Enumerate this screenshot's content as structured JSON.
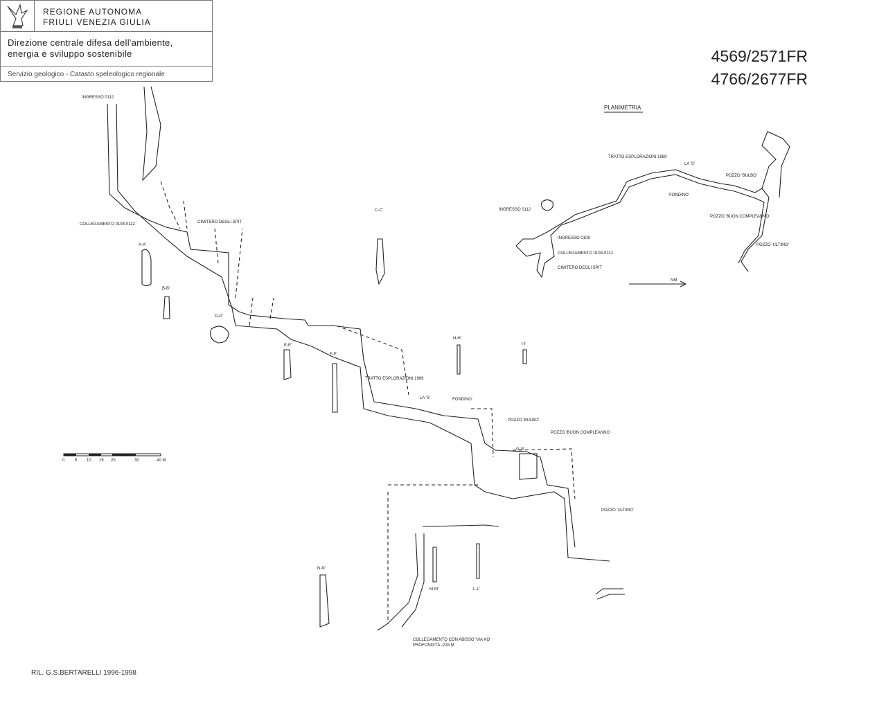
{
  "header": {
    "org_line1": "REGIONE AUTONOMA",
    "org_line2": "FRIULI VENEZIA GIULIA",
    "directorate_line1": "Direzione centrale difesa dell'ambiente,",
    "directorate_line2": "energia e sviluppo sostenibile",
    "service": "Servizio geologico - Catasto speleologico regionale"
  },
  "cave_codes": [
    "4569/2571FR",
    "4766/2677FR"
  ],
  "plan": {
    "title": "Planimetria",
    "north": "Nm",
    "labels": {
      "ingresso_0112": "Ingresso 0112",
      "ingresso_0108": "Ingresso 0108",
      "collegamento": "Collegamento 0108-0112",
      "cimitero": "Cimitero degli spit",
      "tratto": "Tratto esplorazioni 1989",
      "la_s": "La 'S'",
      "fondino": "'Fondino'",
      "pozzo_bulbo": "Pozzo 'Bulbo'",
      "pozzo_buon": "Pozzo 'Buon compleanno'",
      "pozzo_ultimo": "Pozzo 'Ultimo'"
    }
  },
  "profile": {
    "labels": {
      "ingresso_0112": "Ingresso 0112",
      "collegamento": "Collegamento 0108-0112",
      "cimitero": "Cimitero degli spit",
      "tratto": "Tratto esplorazioni 1989",
      "la_s": "La 'S'",
      "fondino": "'Fondino'",
      "pozzo_bulbo": "Pozzo 'Bulbo'",
      "pozzo_buon": "Pozzo 'Buon compleanno'",
      "pozzo_ultimo": "Pozzo 'Ultimo'",
      "collegamento_via": "Collegamento con abisso 'Via Ko'",
      "profondita": "Profondità -228 m"
    },
    "sections": [
      "A-A'",
      "B-B'",
      "C-C'",
      "D-D'",
      "E-E'",
      "F-F'",
      "G-G'",
      "H-H'",
      "I-I'",
      "L-L'",
      "M-M'",
      "N-N'"
    ]
  },
  "scale_bar": {
    "ticks": [
      "0",
      "5",
      "10",
      "15",
      "20",
      "30",
      "40 m"
    ]
  },
  "credit": "RIL. G.S.BERTARELLI 1996-1998"
}
